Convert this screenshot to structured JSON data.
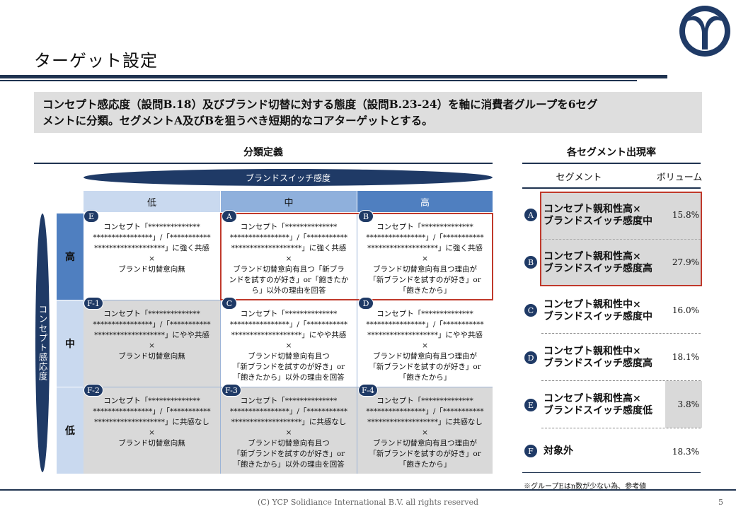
{
  "header": {
    "title": "ターゲット設定"
  },
  "summary": {
    "line1": "コンセプト感応度（設問B.18）及びブランド切替に対する態度（設問B.23-24）を軸に消費者グループを6セグ",
    "line2": "メントに分類。セグメントA及びBを狙うべき短期的なコアターゲットとする。"
  },
  "left": {
    "heading": "分類定義",
    "h_axis": "ブランドスイッチ感度",
    "v_axis": "コンセプト感応度",
    "columns": [
      "低",
      "中",
      "高"
    ],
    "rows": [
      "高",
      "中",
      "低"
    ],
    "cells": [
      {
        "badge": "E",
        "text": "コンセプト「**************\n****************」/「***********\n*******************」に強く共感\n×\nブランド切替意向無"
      },
      {
        "badge": "A",
        "text": "コンセプト「**************\n****************」/「***********\n*******************」に強く共感\n×\nブランド切替意向有且つ「新ブラ\nンドを試すのが好き」or「飽きたか\nら」以外の理由を回答"
      },
      {
        "badge": "B",
        "text": "コンセプト「**************\n****************」/「***********\n*******************」に強く共感\n×\nブランド切替意向有且つ理由が\n「新ブランドを試すのが好き」or\n「飽きたから」"
      },
      {
        "badge": "F-1",
        "text": "コンセプト「**************\n****************」/「***********\n*******************」にやや共感\n×\nブランド切替意向無"
      },
      {
        "badge": "C",
        "text": "コンセプト「**************\n****************」/「***********\n*******************」にやや共感\n×\nブランド切替意向有且つ\n「新ブランドを試すのが好き」or\n「飽きたから」以外の理由を回答"
      },
      {
        "badge": "D",
        "text": "コンセプト「**************\n****************」/「***********\n*******************」にやや共感\n×\nブランド切替意向有且つ理由が\n「新ブランドを試すのが好き」or\n「飽きたから」"
      },
      {
        "badge": "F-2",
        "text": "コンセプト「**************\n****************」/「***********\n*******************」に共感なし\n×\nブランド切替意向無"
      },
      {
        "badge": "F-3",
        "text": "コンセプト「**************\n****************」/「***********\n*******************」に共感なし\n×\nブランド切替意向有且つ\n「新ブランドを試すのが好き」or\n「飽きたから」以外の理由を回答"
      },
      {
        "badge": "F-4",
        "text": "コンセプト「**************\n****************」/「***********\n*******************」に共感なし\n×\nブランド切替意向有且つ理由が\n「新ブランドを試すのが好き」or\n「飽きたから」"
      }
    ]
  },
  "right": {
    "heading": "各セグメント出現率",
    "col_segment": "セグメント",
    "col_volume": "ボリューム",
    "segments": [
      {
        "id": "A",
        "label": "コンセプト親和性高×\nブランドスイッチ感度中",
        "volume": "15.8%"
      },
      {
        "id": "B",
        "label": "コンセプト親和性高×\nブランドスイッチ感度高",
        "volume": "27.9%"
      },
      {
        "id": "C",
        "label": "コンセプト親和性中×\nブランドスイッチ感度中",
        "volume": "16.0%"
      },
      {
        "id": "D",
        "label": "コンセプト親和性中×\nブランドスイッチ感度高",
        "volume": "18.1%"
      },
      {
        "id": "E",
        "label": "コンセプト親和性高×\nブランドスイッチ感度低",
        "volume": "3.8%"
      },
      {
        "id": "F",
        "label": "対象外",
        "volume": "18.3%"
      }
    ],
    "note": "※グループEはn数が少ない為、参考値"
  },
  "footer": {
    "copyright": "(C) YCP Solidiance  International B.V. all rights reserved",
    "page": "5"
  },
  "colors": {
    "navy": "#1f3a66",
    "highlight": "#c0392b",
    "col_low": "#c9d9ef",
    "col_mid": "#8fb0dc",
    "col_high": "#4f7fc0",
    "grey": "#d9d9d9"
  }
}
